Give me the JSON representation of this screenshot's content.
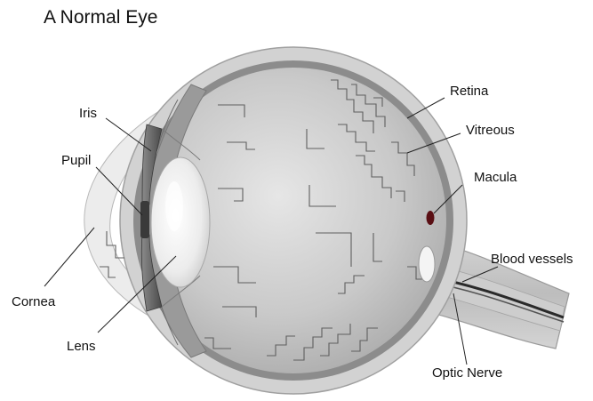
{
  "title": "A Normal Eye",
  "labels": {
    "iris": "Iris",
    "pupil": "Pupil",
    "cornea": "Cornea",
    "lens": "Lens",
    "retina": "Retina",
    "vitreous": "Vitreous",
    "macula": "Macula",
    "blood_vessels": "Blood vessels",
    "optic_nerve": "Optic Nerve"
  },
  "colors": {
    "background": "#ffffff",
    "sclera": "#cfcfcf",
    "retina_band": "#8a8a8a",
    "vitreous": "#c4c4c4",
    "lens": "#f2f2f2",
    "iris": "#555555",
    "macula": "#5a0f14",
    "leader_line": "#222222"
  }
}
